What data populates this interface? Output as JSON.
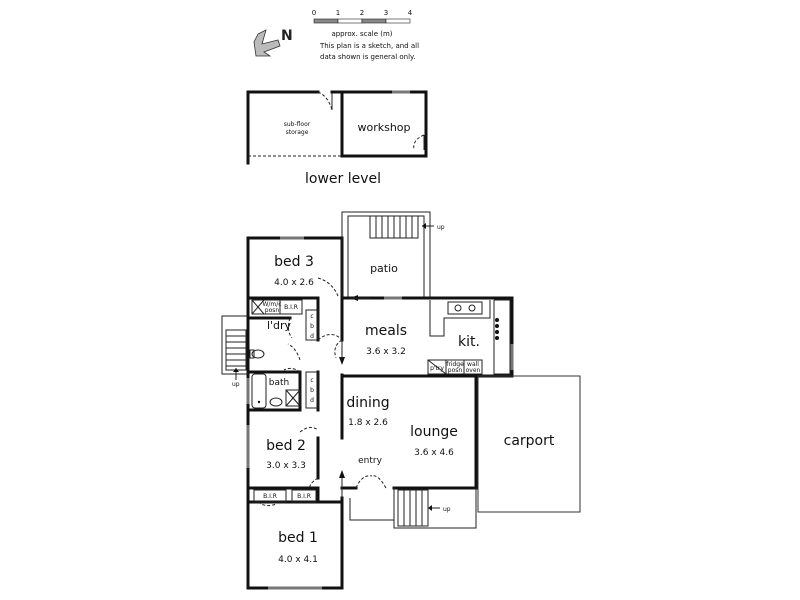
{
  "scale": {
    "ticks": [
      "0",
      "1",
      "2",
      "3",
      "4"
    ],
    "label": "approx. scale (m)",
    "note_line1": "This plan is a sketch, and all",
    "note_line2": "data shown is general only."
  },
  "compass": {
    "letter": "N"
  },
  "lower_level": {
    "caption": "lower level",
    "subfloor_line1": "sub-floor",
    "subfloor_line2": "storage",
    "workshop": "workshop"
  },
  "rooms": {
    "bed3": {
      "name": "bed 3",
      "dims": "4.0 x 2.6"
    },
    "patio": {
      "name": "patio"
    },
    "meals": {
      "name": "meals",
      "dims": "3.6 x 3.2"
    },
    "kitchen": {
      "name": "kit."
    },
    "laundry": {
      "name": "l'dry"
    },
    "bath": {
      "name": "bath"
    },
    "dining": {
      "name": "dining",
      "dims": "1.8 x 2.6"
    },
    "lounge": {
      "name": "lounge",
      "dims": "3.6 x 4.6"
    },
    "carport": {
      "name": "carport"
    },
    "bed2": {
      "name": "bed 2",
      "dims": "3.0 x 3.3"
    },
    "entry": {
      "name": "entry"
    },
    "bed1": {
      "name": "bed 1",
      "dims": "4.0 x 4.1"
    }
  },
  "fixtures": {
    "bir": "B.I.R",
    "wm_line1": "W/m/c",
    "wm_line2": "posn",
    "cbd": [
      "c",
      "b",
      "d"
    ],
    "pantry": "p'try",
    "fridge_line1": "fridge",
    "fridge_line2": "posn",
    "wall_line1": "wall",
    "wall_line2": "oven"
  },
  "stairs": {
    "up_label": "up"
  }
}
